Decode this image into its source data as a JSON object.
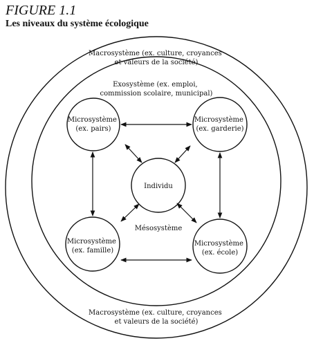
{
  "figure": {
    "label": "FIGURE 1.1",
    "title": "Les niveaux du système écologique"
  },
  "diagram": {
    "macro_top": [
      "Macrosystème (ex. culture, croyances",
      "et valeurs de la société)"
    ],
    "exo": [
      "Exosystème (ex. emploi,",
      "commission scolaire, municipal)"
    ],
    "micro_pairs": [
      "Microsystème",
      "(ex. pairs)"
    ],
    "micro_garderie": [
      "Microsystème",
      "(ex. garderie)"
    ],
    "individu": "Individu",
    "meso": "Mésosystème",
    "micro_famille": [
      "Microsystème",
      "(ex. famille)"
    ],
    "micro_ecole": [
      "Microsystème",
      "(ex. école)"
    ],
    "macro_bottom": [
      "Macrosystème (ex. culture, croyances",
      "et valeurs de la société)"
    ]
  }
}
